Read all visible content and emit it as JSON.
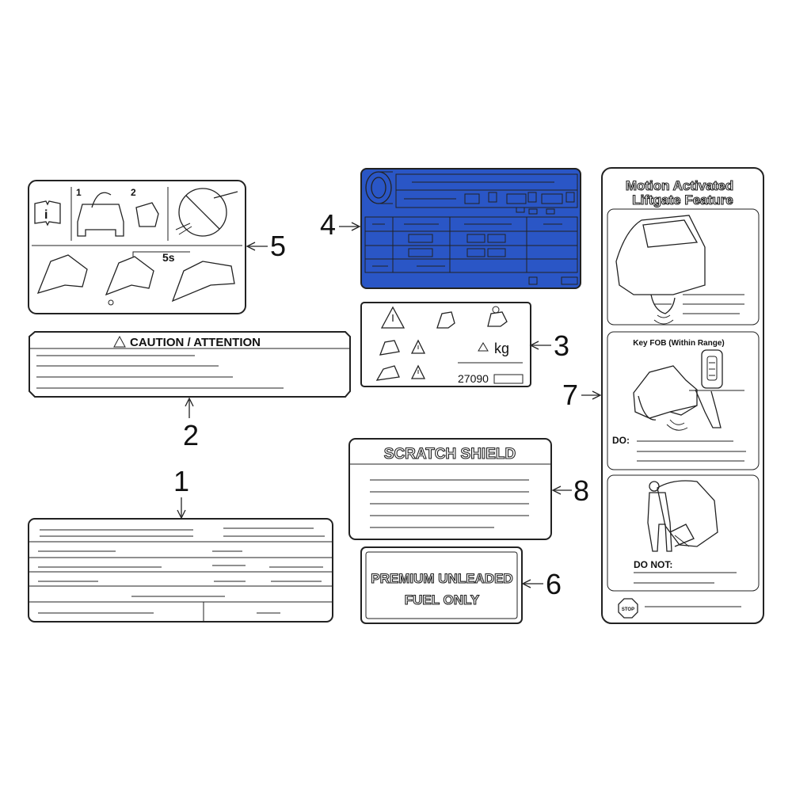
{
  "callouts": {
    "c1": "1",
    "c2": "2",
    "c3": "3",
    "c4": "4",
    "c5": "5",
    "c6": "6",
    "c7": "7",
    "c8": "8"
  },
  "caution_label": {
    "title": "CAUTION / ATTENTION"
  },
  "emissions_label": {
    "code": "27090",
    "unit": "kg"
  },
  "scratch_label": {
    "title": "SCRATCH SHIELD"
  },
  "fuel_label": {
    "line1": "PREMIUM UNLEADED",
    "line2": "FUEL  ONLY"
  },
  "refuel_label": {
    "step1": "1",
    "step2": "2",
    "wait": "5s"
  },
  "liftgate_label": {
    "title_line1": "Motion Activated",
    "title_line2": "Liftgate Feature",
    "fob_heading": "Key FOB (Within Range)",
    "do_label": "DO:",
    "do_not_label": "DO NOT:",
    "stop_sign": "STOP"
  },
  "colors": {
    "highlight": "#2a56c6",
    "outline": "#222222"
  }
}
